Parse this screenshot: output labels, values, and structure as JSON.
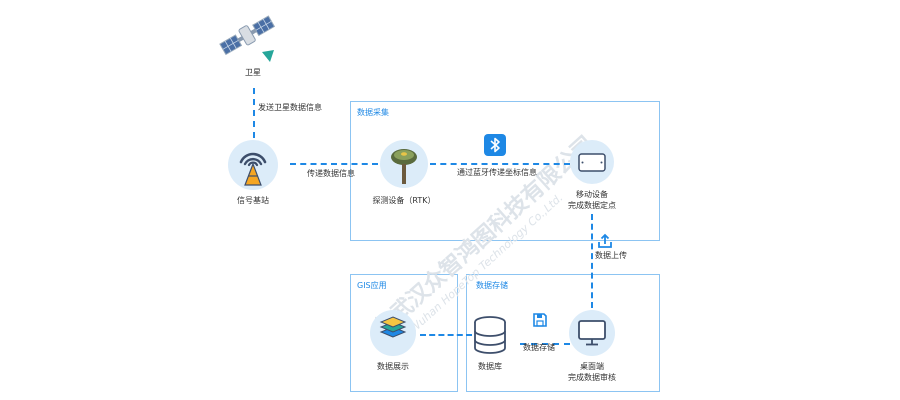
{
  "nodes": {
    "satellite": {
      "label": "卫星"
    },
    "base_station": {
      "label": "信号基站"
    },
    "rtk_device": {
      "label": "探测设备（RTK）"
    },
    "mobile_device": {
      "label_line1": "移动设备",
      "label_line2": "完成数据定点"
    },
    "database": {
      "label": "数据库"
    },
    "desktop": {
      "label_line1": "桌面端",
      "label_line2": "完成数据审核"
    },
    "gis_display": {
      "label": "数据展示"
    }
  },
  "groups": {
    "data_collection": {
      "title": "数据采集"
    },
    "gis_application": {
      "title": "GIS应用"
    },
    "data_storage": {
      "title": "数据存储"
    }
  },
  "edges": {
    "satellite_to_base": "发送卫星数据信息",
    "base_to_rtk": "传递数据信息",
    "rtk_to_mobile": "通过蓝牙传递坐标信息",
    "mobile_to_desktop": "数据上传",
    "desktop_to_database": "数据存储"
  },
  "watermark": {
    "line1": "武汉众智鸿图科技有限公司",
    "line2": "Wuhan HopeTop Technology Co.,Ltd."
  },
  "colors": {
    "accent": "#1e88e5",
    "border": "#8cc4f2",
    "node_bg": "#dcecf9"
  }
}
